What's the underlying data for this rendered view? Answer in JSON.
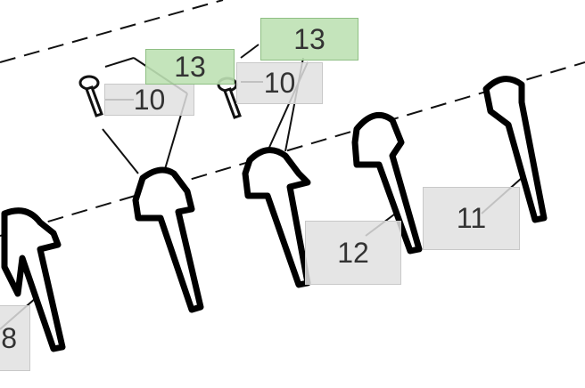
{
  "callouts": [
    {
      "id": "callout-10-left",
      "text": "10",
      "kind": "gray"
    },
    {
      "id": "callout-13-left",
      "text": "13",
      "kind": "green"
    },
    {
      "id": "callout-10-right",
      "text": "10",
      "kind": "gray"
    },
    {
      "id": "callout-13-right",
      "text": "13",
      "kind": "green"
    },
    {
      "id": "callout-12",
      "text": "12",
      "kind": "gray"
    },
    {
      "id": "callout-11",
      "text": "11",
      "kind": "gray"
    },
    {
      "id": "callout-partial",
      "text": "8",
      "kind": "gray"
    }
  ],
  "colors": {
    "label_gray": "#e1e1e1",
    "label_green": "#bee1b4",
    "line": "#000000"
  }
}
